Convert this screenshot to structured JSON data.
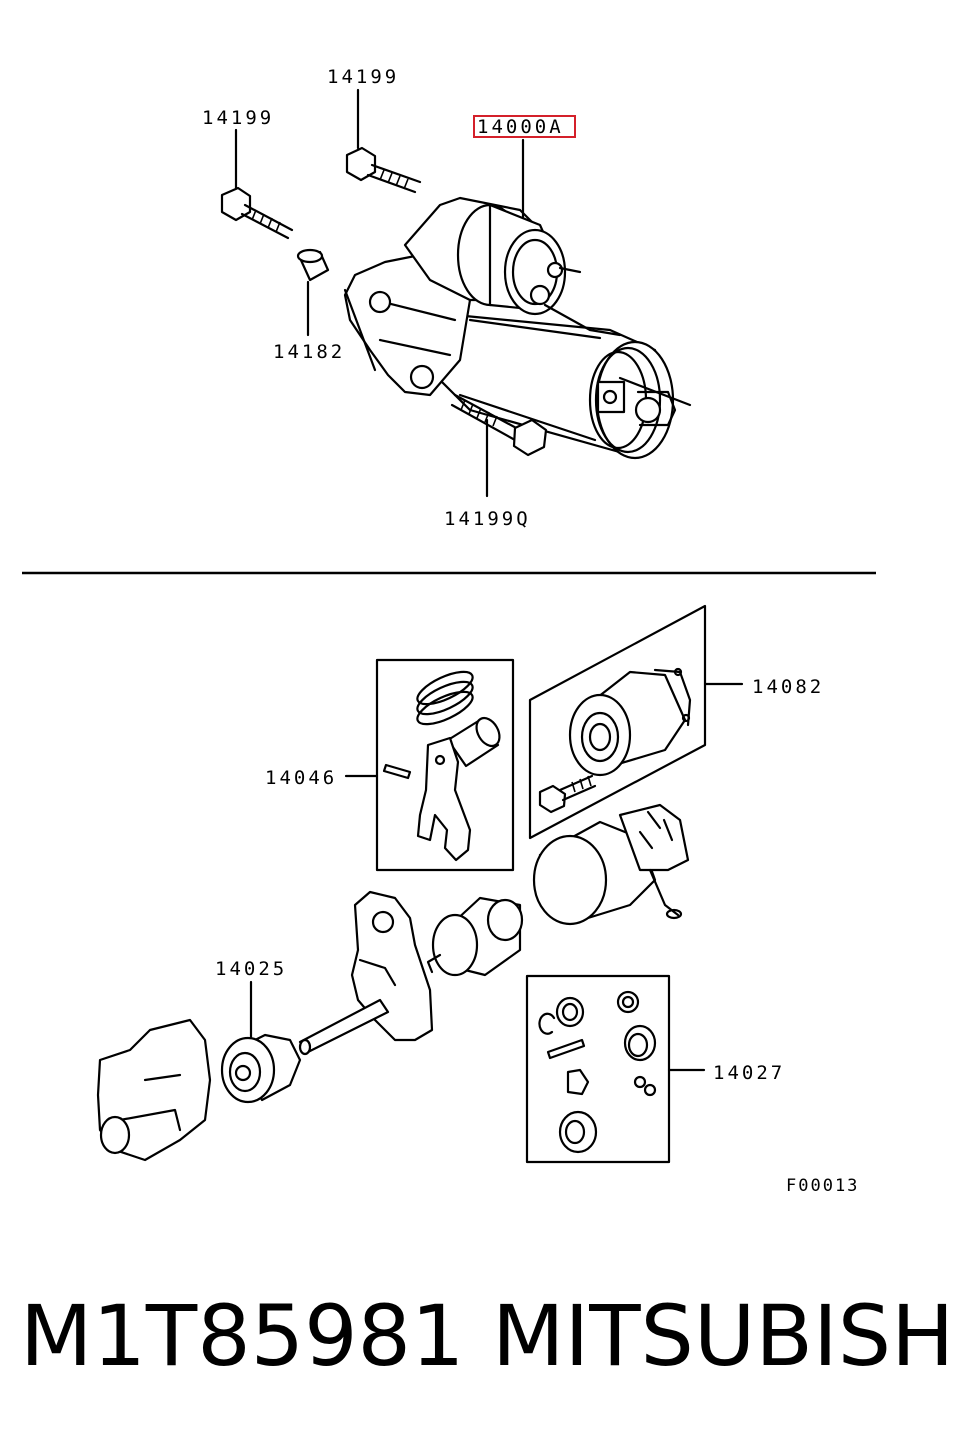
{
  "upper_assembly": {
    "callouts": [
      {
        "id": "bolt_left",
        "text": "14199"
      },
      {
        "id": "bolt_top",
        "text": "14199"
      },
      {
        "id": "starter_assy",
        "text": "14000A",
        "highlighted": true
      },
      {
        "id": "bushing",
        "text": "14182"
      },
      {
        "id": "bolt_bottom",
        "text": "14199Q"
      }
    ],
    "highlight_color": "#d4202a"
  },
  "lower_exploded": {
    "callouts": [
      {
        "id": "solenoid_kit",
        "text": "14082"
      },
      {
        "id": "lever_kit",
        "text": "14046"
      },
      {
        "id": "pinion",
        "text": "14025"
      },
      {
        "id": "small_parts_kit",
        "text": "14027"
      }
    ]
  },
  "figure_code": "F00013",
  "caption": {
    "part_number": "M1T85981",
    "brand": "MITSUBISHI"
  }
}
